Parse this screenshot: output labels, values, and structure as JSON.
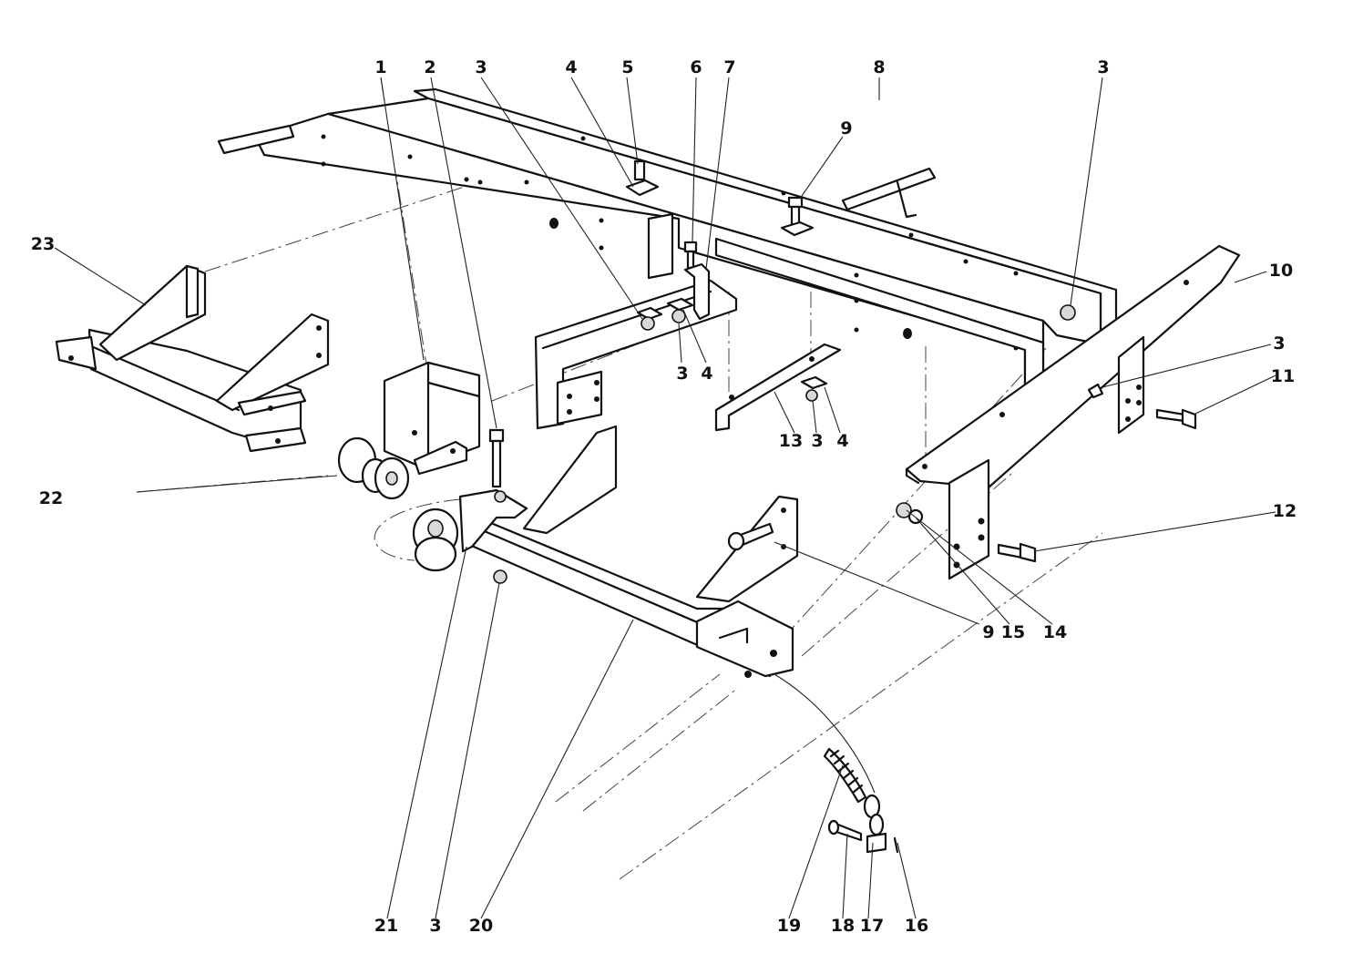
{
  "diagram": {
    "callouts": [
      {
        "id": "c1",
        "text": "1"
      },
      {
        "id": "c2",
        "text": "2"
      },
      {
        "id": "c3a",
        "text": "3"
      },
      {
        "id": "c4a",
        "text": "4"
      },
      {
        "id": "c5",
        "text": "5"
      },
      {
        "id": "c6",
        "text": "6"
      },
      {
        "id": "c7",
        "text": "7"
      },
      {
        "id": "c8",
        "text": "8"
      },
      {
        "id": "c3b",
        "text": "3"
      },
      {
        "id": "c9a",
        "text": "9"
      },
      {
        "id": "c23",
        "text": "23"
      },
      {
        "id": "c10",
        "text": "10"
      },
      {
        "id": "c3c",
        "text": "3"
      },
      {
        "id": "c11",
        "text": "11"
      },
      {
        "id": "c3d",
        "text": "3"
      },
      {
        "id": "c4b",
        "text": "4"
      },
      {
        "id": "c13",
        "text": "13"
      },
      {
        "id": "c3e",
        "text": "3"
      },
      {
        "id": "c4c",
        "text": "4"
      },
      {
        "id": "c22",
        "text": "22"
      },
      {
        "id": "c12",
        "text": "12"
      },
      {
        "id": "c9b",
        "text": "9"
      },
      {
        "id": "c15",
        "text": "15"
      },
      {
        "id": "c14",
        "text": "14"
      },
      {
        "id": "c21",
        "text": "21"
      },
      {
        "id": "c3f",
        "text": "3"
      },
      {
        "id": "c20",
        "text": "20"
      },
      {
        "id": "c19",
        "text": "19"
      },
      {
        "id": "c18",
        "text": "18"
      },
      {
        "id": "c17",
        "text": "17"
      },
      {
        "id": "c16",
        "text": "16"
      }
    ]
  }
}
